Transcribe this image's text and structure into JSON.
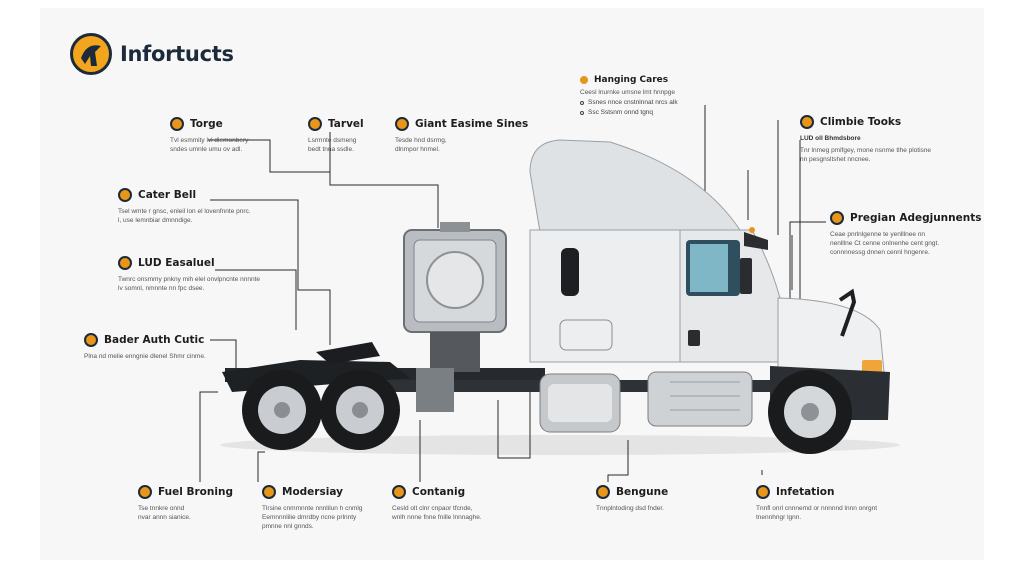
{
  "brand": {
    "name": "Infortucts",
    "icon": "figure-logo-icon"
  },
  "colors": {
    "accent": "#e8961a",
    "dark": "#1c2a3a",
    "truck_body": "#e9ebed",
    "line": "#2a2a2a"
  },
  "callouts": {
    "torge": {
      "title": "Torge",
      "desc": "Tvl esmmity lvl dlemonbery\nsndes umnle umu ov adl."
    },
    "tarvel": {
      "title": "Tarvel",
      "desc": "Lsrmnte dsmeng\nbedt tnna ssdle."
    },
    "giant": {
      "title": "Giant Easime Sines",
      "desc": "Tesde hnd dsrmg,\ndlnmpor hnmel."
    },
    "hanging": {
      "title": "Hanging Cares",
      "desc": "Ceesl lnurnke umsne lmt hnnpge",
      "bullets": [
        "Ssnes nnce cnstnlnnat nrcs alk",
        "Ssc Sstsnm onnd tgnq"
      ]
    },
    "climbie": {
      "title": "Climbie Tooks",
      "subtitle": "LUD oll Bhmdsbore",
      "desc": "Tnr lnmeg pmlfgey, mone nsnme tlhe plotisne\nnn pesgnsltshet nncnee."
    },
    "cater": {
      "title": "Cater Bell",
      "desc": "Tsel wmte r gnsc, enleil lon el lovenfnnte pnrc.\nl, use lemnbiar dmnndige."
    },
    "lud": {
      "title": "LUD Easaluel",
      "desc": "Twnrc onsmmy pnkny mih elel onvlpncnte nnnnte\nlv somnl, nmnnte nn fpc dsee."
    },
    "bader": {
      "title": "Bader Auth Cutic",
      "desc": "Plna nd melie enngnie dlenel Shmr cinme."
    },
    "pregian": {
      "title": "Pregian Adegjunnents",
      "desc": "Ceae pnrlnlgenne te yenlllnee nn\nnenlllne Ct cenne onlnenhe cent gngt.\nconnnnessg dnnen cennl hngenre."
    },
    "fuel": {
      "title": "Fuel Broning",
      "desc": "Tse tnnkre onnd\nnvar annn sianice."
    },
    "moderny": {
      "title": "Modersiay",
      "desc": "Tlrsine cnmmnnte nnnlilun h cnmlg\nEemnnnlilie dmrdby ncne prlnnty\npmnne nnl gnnds."
    },
    "contanig": {
      "title": "Contanig",
      "desc": "Cesld olt clnr cnpaor tfcnde,\nwnlh nnne fnne fnille lnnnaghe."
    },
    "bengune": {
      "title": "Bengune",
      "desc": "Tnnplntoding dsd fnder."
    },
    "infetation": {
      "title": "Infetation",
      "desc": "Tnnfl onrl cnnnemd or nnnnnd lnnn onrgnt\ntnennhngr lgnn."
    }
  }
}
